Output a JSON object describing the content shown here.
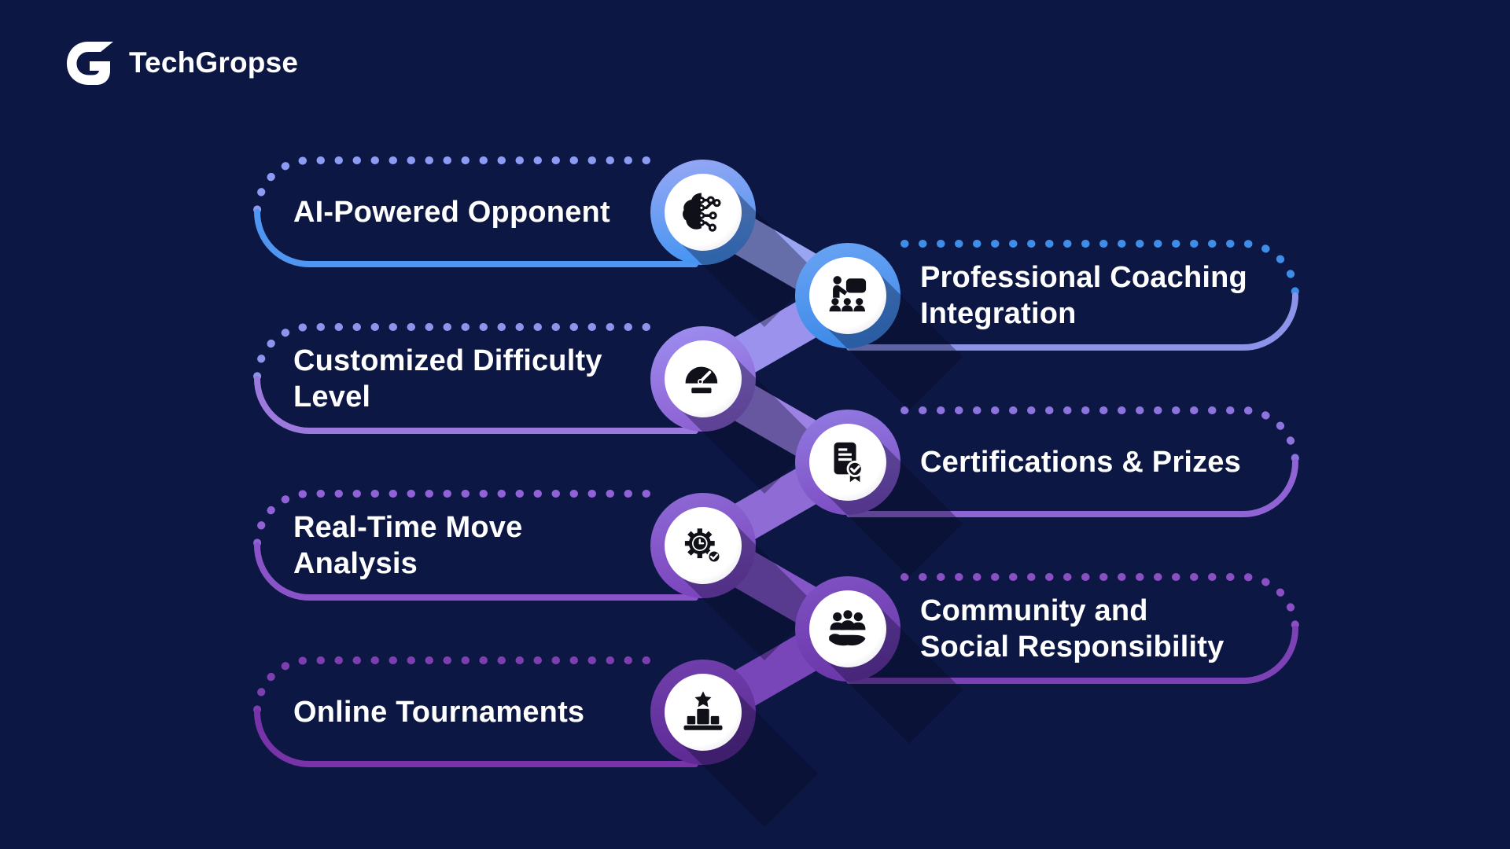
{
  "background_color": "#0D1744",
  "text_color": "#FFFFFF",
  "logo": {
    "brand": "TechGropse"
  },
  "features": [
    {
      "slug": "ai-powered-opponent",
      "lines": [
        "AI-Powered Opponent"
      ],
      "icon": "brain-circuit-icon",
      "side": "left",
      "dot_color": "#8C9BF3",
      "line_color": "#4E96F1",
      "ring_top": "#9AA8F4",
      "ring_bottom": "#4795F2",
      "connector_color": "#9AA5F2"
    },
    {
      "slug": "professional-coaching-integration",
      "lines": [
        "Professional Coaching",
        "Integration"
      ],
      "icon": "coaching-presentation-icon",
      "side": "right",
      "dot_color": "#3E8EE9",
      "line_color": "#8C94E9",
      "ring_top": "#6BA4F4",
      "ring_bottom": "#3E8BE9",
      "connector_color": "#9A92EC"
    },
    {
      "slug": "customized-difficulty-level",
      "lines": [
        "Customized Difficulty",
        "Level"
      ],
      "icon": "speedometer-icon",
      "side": "left",
      "dot_color": "#8C94EC",
      "line_color": "#9B79DD",
      "ring_top": "#9D8FF0",
      "ring_bottom": "#8E62D3",
      "connector_color": "#9B82E3"
    },
    {
      "slug": "certifications-and-prizes",
      "lines": [
        "Certifications & Prizes"
      ],
      "icon": "certificate-icon",
      "side": "right",
      "dot_color": "#8C73DE",
      "line_color": "#8F63D3",
      "ring_top": "#927BE2",
      "ring_bottom": "#7E50C5",
      "connector_color": "#8F6BD5"
    },
    {
      "slug": "real-time-move-analysis",
      "lines": [
        "Real-Time Move",
        "Analysis"
      ],
      "icon": "gear-clock-icon",
      "side": "left",
      "dot_color": "#9162D7",
      "line_color": "#8A53C7",
      "ring_top": "#8E6AD6",
      "ring_bottom": "#7C46BE",
      "connector_color": "#8456C8"
    },
    {
      "slug": "community-and-social-responsibility",
      "lines": [
        "Community and",
        "Social Responsibility"
      ],
      "icon": "community-hand-icon",
      "side": "right",
      "dot_color": "#8A4FC2",
      "line_color": "#7C42B5",
      "ring_top": "#7F52C3",
      "ring_bottom": "#6C38AB",
      "connector_color": "#7846B8"
    },
    {
      "slug": "online-tournaments",
      "lines": [
        "Online Tournaments"
      ],
      "icon": "podium-star-icon",
      "side": "left",
      "dot_color": "#7D3FAF",
      "line_color": "#7733A7",
      "ring_top": "#7140AC",
      "ring_bottom": "#5E2B95",
      "connector_color": null
    }
  ]
}
